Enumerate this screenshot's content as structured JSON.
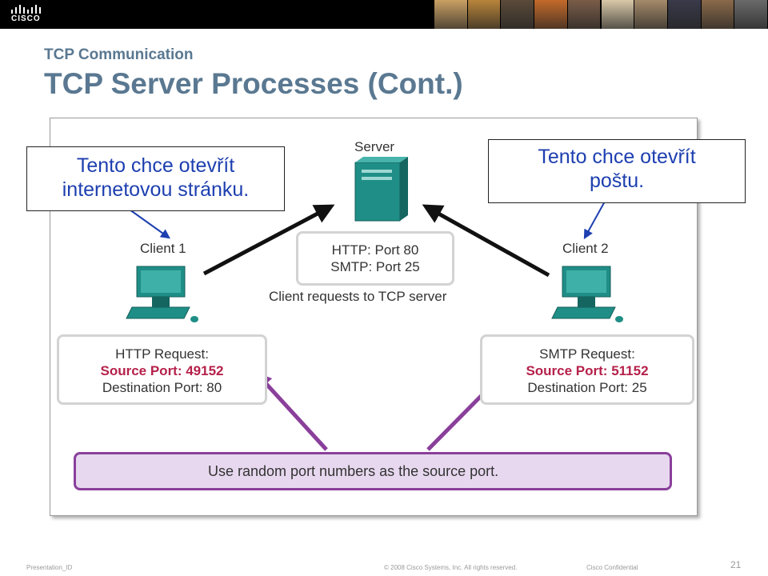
{
  "banner": {
    "logo_text": "CISCO",
    "logo_icon": "cisco-bars-icon",
    "photos": [
      "#c9a064",
      "#b8843a",
      "#5a4a3a",
      "#c46a2a",
      "#7a5d48",
      "#d8c8a8",
      "#a48a6a",
      "#3a3a4a",
      "#8a6a4a",
      "#6a6a6a"
    ]
  },
  "header": {
    "subtitle": "TCP Communication",
    "title": "TCP Server Processes (Cont.)"
  },
  "diagram": {
    "server_label": "Server",
    "server_ports": [
      "HTTP: Port 80",
      "SMTP: Port 25"
    ],
    "server_caption": "Client requests to TCP server",
    "client1_label": "Client 1",
    "client2_label": "Client 2",
    "client1_request": {
      "title": "HTTP Request:",
      "source": "Source Port: 49152",
      "destination": "Destination Port: 80"
    },
    "client2_request": {
      "title": "SMTP Request:",
      "source": "Source Port: 51152",
      "destination": "Destination Port: 25"
    },
    "random_note": "Use random port numbers as the source port.",
    "callout_left": [
      "Tento chce otevřít",
      "internetovou stránku."
    ],
    "callout_right": [
      "Tento chce otevřít",
      "poštu."
    ],
    "colors": {
      "teal": "#1f8e87",
      "purple": "#8a3f9b",
      "callout_text": "#1d3fb0",
      "red_text": "#b5214a"
    }
  },
  "footer": {
    "left": "Presentation_ID",
    "copyright": "© 2008 Cisco Systems, Inc. All rights reserved.",
    "confidential": "Cisco Confidential",
    "page": "21"
  }
}
